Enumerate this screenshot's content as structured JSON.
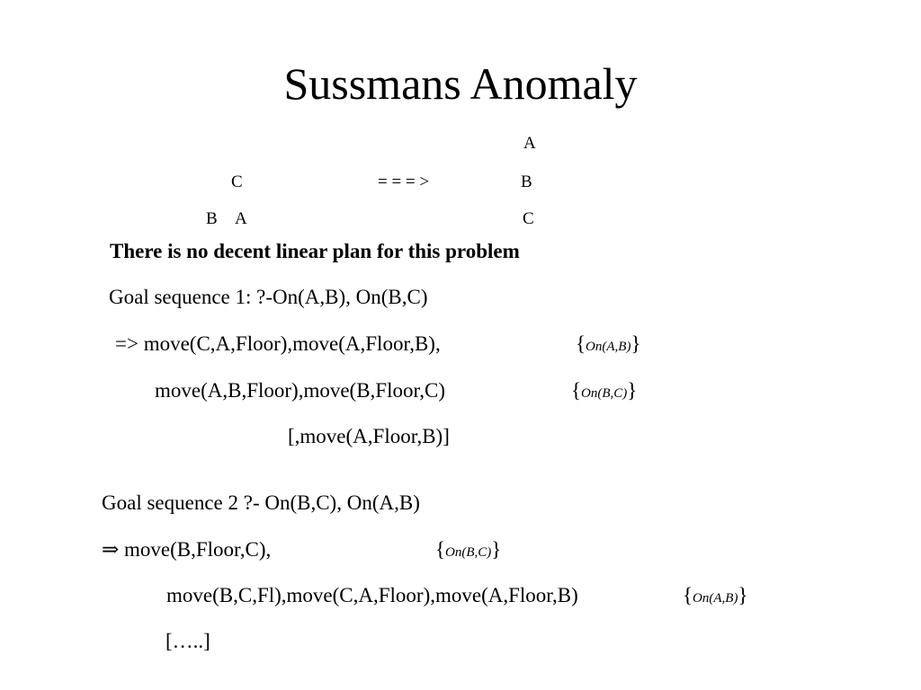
{
  "slide": {
    "title": "Sussmans Anomaly",
    "blocks": {
      "goal_top": "A",
      "start_top": "C",
      "arrow": "= = = >",
      "goal_middle": "B",
      "start_bottom_left": "B",
      "start_bottom_right": "A",
      "goal_bottom": "C"
    },
    "statement": "There is no decent linear plan for this problem",
    "sequence1": {
      "goal": "Goal sequence 1:   ?-On(A,B),   On(B,C)",
      "step1": "=> move(C,A,Floor),move(A,Floor,B),",
      "step1_achieved": "On(A,B)",
      "step2": "move(A,B,Floor),move(B,Floor,C)",
      "step2_achieved": "On(B,C)",
      "step3": "[,move(A,Floor,B)]"
    },
    "sequence2": {
      "goal": "Goal sequence 2   ?- On(B,C),  On(A,B)",
      "step1": "⇒ move(B,Floor,C),",
      "step1_achieved": "On(B,C)",
      "step2": "move(B,C,Fl),move(C,A,Floor),move(A,Floor,B)",
      "step2_achieved": "On(A,B)",
      "step3": "[…..]"
    }
  }
}
